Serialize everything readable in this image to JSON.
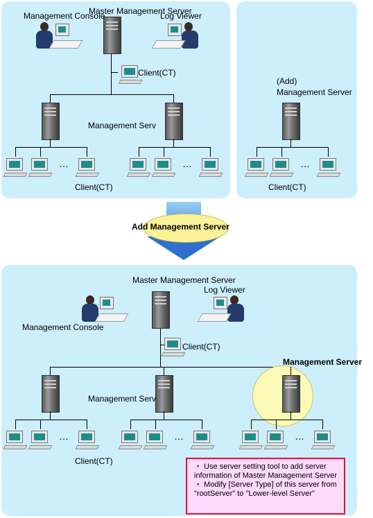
{
  "labels": {
    "master_server": "Master Management Server",
    "management_console": "Management Console",
    "log_viewer": "Log Viewer",
    "client_ct": "Client(CT)",
    "management_server_clipped": "Management Serv",
    "add_management_server_top": "(Add)",
    "add_management_server_bottom": "Management Server",
    "arrow_label": "Add Management Server",
    "management_server_bold": "Management Server",
    "ellipsis": "…"
  },
  "note": {
    "line1": "・ Use server setting tool to add server information of Master Management Server",
    "line2": "・ Modify [Server Type] of this server from \"rootServer\" to \"Lower-level Server\""
  },
  "colors": {
    "panel_bg": "#cdeefb",
    "note_border": "#e8112d",
    "note_bg": "#fdd9fb",
    "arrow": "#2e6fd0",
    "ellipse": "#fbf29a",
    "highlight_circle": "#fbfab6"
  }
}
